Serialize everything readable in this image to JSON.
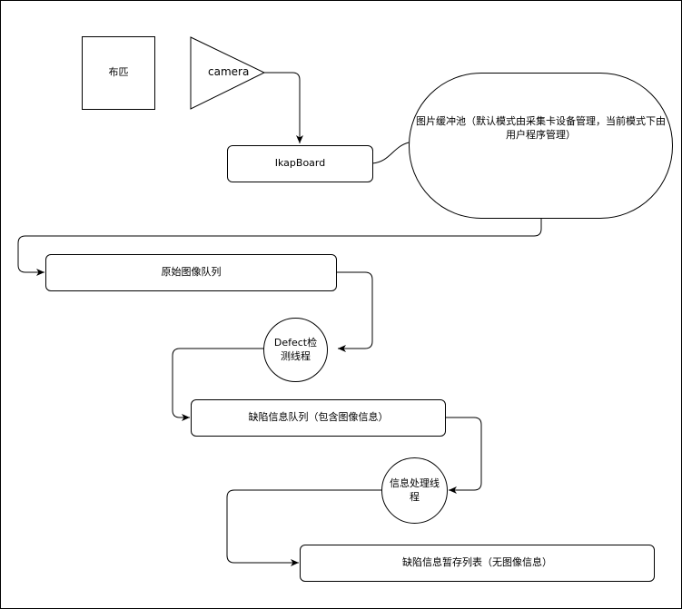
{
  "nodes": {
    "cloth": "布匹",
    "camera": "camera",
    "ikap_board": "IkapBoard",
    "image_buffer_pool": "图片缓冲池（默认模式由采集卡设备管理，当前模式下由用户程序管理）",
    "raw_image_queue": "原始图像队列",
    "defect_detection_thread": "Defect检测线程",
    "defect_info_queue": "缺陷信息队列（包含图像信息）",
    "info_processing_thread": "信息处理线程",
    "defect_info_temp_list": "缺陷信息暂存列表（无图像信息）"
  },
  "colors": {
    "stroke": "#000000",
    "fill": "#ffffff"
  }
}
